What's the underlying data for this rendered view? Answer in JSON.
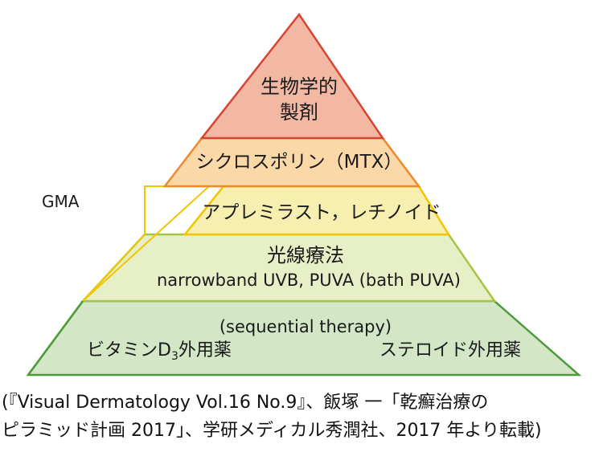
{
  "diagram": {
    "tiers": {
      "biologics": {
        "line1": "生物学的",
        "line2": "製剤",
        "fill": "#f2b8a4",
        "stroke": "#d7452f"
      },
      "cyclosporine": {
        "label": "シクロスポリン（MTX）",
        "fill": "#fad8a8",
        "stroke": "#ee8a2c"
      },
      "apremilast": {
        "label": "アプレミラスト，レチノイド",
        "fill": "#f7efb0",
        "stroke": "#f2c500"
      },
      "phototherapy": {
        "line1": "光線療法",
        "line2": "narrowband UVB, PUVA (bath PUVA)",
        "fill": "#e7efc6",
        "stroke": "#a6c540"
      },
      "topical": {
        "line1": "(sequential therapy)",
        "vitamin_prefix": "ビタミンD",
        "vitamin_sub": "3",
        "vitamin_suffix": "外用薬",
        "steroid": "ステロイド外用薬",
        "fill": "#d3e7c6",
        "stroke": "#4f9a3a"
      }
    },
    "side_label": "GMA",
    "side_label_color": "#555555"
  },
  "caption": {
    "line1": "(『Visual Dermatology Vol.16 No.9』、飯塚 一「乾癬治療の",
    "line2": "ピラミッド計画 2017」、学研メディカル秀潤社、2017 年より転載)"
  }
}
